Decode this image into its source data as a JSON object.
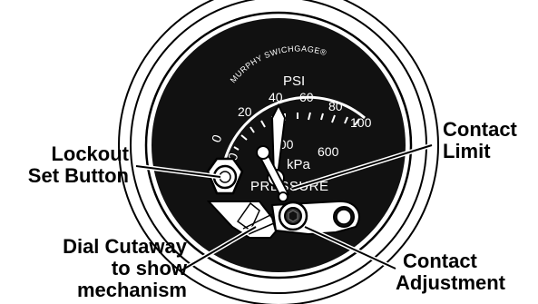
{
  "gauge": {
    "brand": "MURPHY SWICHGAGE®",
    "unit_psi": "PSI",
    "unit_kpa": "kPa",
    "kpa_value": "300",
    "kpa_max": "600",
    "label_pressure": "PRESSURE",
    "psi_ticks": [
      "0",
      "20",
      "40",
      "60",
      "80",
      "100"
    ],
    "kpa_ticks": [
      "0"
    ]
  },
  "callouts": {
    "lockout_line1": "Lockout",
    "lockout_line2": "Set Button",
    "contact_limit_line1": "Contact",
    "contact_limit_line2": "Limit",
    "dial_cutaway_line1": "Dial Cutaway",
    "dial_cutaway_line2": "to show",
    "dial_cutaway_line3": "mechanism",
    "contact_adjustment_line1": "Contact",
    "contact_adjustment_line2": "Adjustment"
  },
  "colors": {
    "dial_face": "#111111",
    "bezel": "#ffffff",
    "outline": "#000000"
  }
}
